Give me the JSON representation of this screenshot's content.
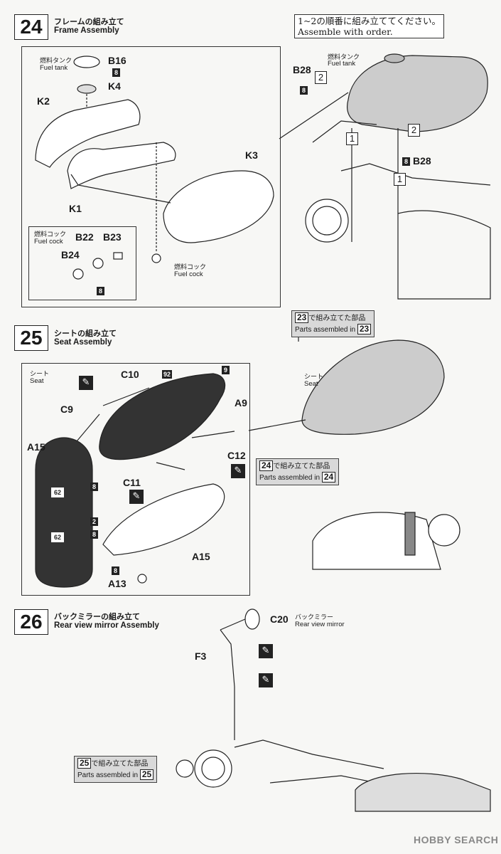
{
  "steps": [
    {
      "number": "24",
      "title_jp": "フレームの組み立て",
      "title_en": "Frame Assembly"
    },
    {
      "number": "25",
      "title_jp": "シートの組み立て",
      "title_en": "Seat Assembly"
    },
    {
      "number": "26",
      "title_jp": "バックミラーの組み立て",
      "title_en": "Rear view mirror Assembly"
    }
  ],
  "order_note": {
    "jp": "1~2の順番に組み立ててください。",
    "en": "Assemble with order."
  },
  "step24": {
    "fuel_tank_jp": "燃料タンク",
    "fuel_tank_en": "Fuel tank",
    "fuel_cock_jp": "燃料コック",
    "fuel_cock_en": "Fuel cock",
    "parts": [
      "B16",
      "K4",
      "K2",
      "K3",
      "K1",
      "B22",
      "B23",
      "B24",
      "B28",
      "B28"
    ],
    "qty": "8",
    "order": [
      "1",
      "2",
      "1",
      "2"
    ],
    "assembled": {
      "jp": "で組み立てた部品",
      "en": "Parts assembled in",
      "ref": "23"
    }
  },
  "step25": {
    "seat_jp": "シート",
    "seat_en": "Seat",
    "parts": [
      "C10",
      "C9",
      "A9",
      "A15",
      "C12",
      "C11",
      "A15",
      "A13"
    ],
    "paint_codes": [
      "92",
      "9",
      "62",
      "62",
      "2"
    ],
    "qty": "8",
    "assembled": {
      "jp": "で組み立てた部品",
      "en": "Parts assembled in",
      "ref": "24"
    }
  },
  "step26": {
    "mirror_jp": "バックミラー",
    "mirror_en": "Rear view mirror",
    "parts": [
      "C20",
      "F3"
    ],
    "assembled": {
      "jp": "で組み立てた部品",
      "en": "Parts assembled in",
      "ref": "25"
    }
  },
  "watermark": "HOBBY SEARCH"
}
